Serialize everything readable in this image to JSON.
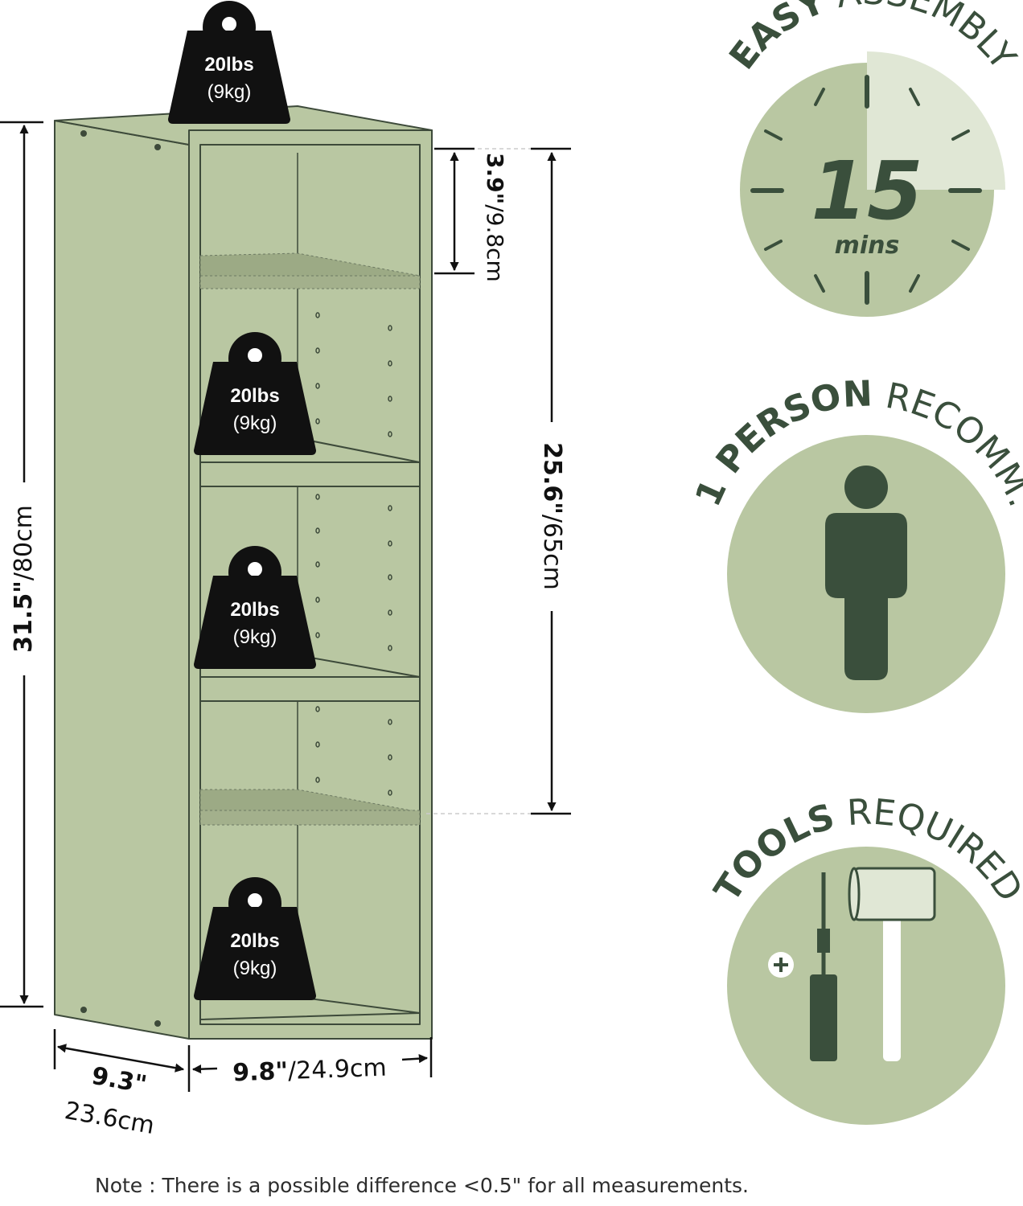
{
  "weights": {
    "label_lbs": "20lbs",
    "label_kg": "(9kg)"
  },
  "dimensions": {
    "height_in": "31.5\"",
    "height_cm": "/80cm",
    "inner_height_in": "25.6\"",
    "inner_height_cm": "/65cm",
    "top_gap_in": "3.9\"",
    "top_gap_cm": "/9.8cm",
    "width_in": "9.8\"",
    "width_cm": "/24.9cm",
    "depth_in": "9.3\"",
    "depth_cm": "23.6cm"
  },
  "features": {
    "assembly": {
      "bold": "EASY",
      "light": " ASSEMBLY",
      "time_value": "15",
      "time_unit": "mins"
    },
    "person": {
      "bold": "1 PERSON",
      "light": " RECOMM."
    },
    "tools": {
      "bold": "TOOLS",
      "light": " REQUIRED"
    }
  },
  "colors": {
    "panel": "#b9c7a2",
    "panel_light": "#e0e7d5",
    "dark_green": "#3a4f3c",
    "outline": "#3d4a3a",
    "weight_black": "#111111"
  },
  "icons": [
    "weight-icon",
    "clock-icon",
    "person-icon",
    "screwdriver-icon",
    "mallet-icon",
    "plus-icon"
  ],
  "note": "Note : There is a possible difference <0.5\" for all measurements."
}
